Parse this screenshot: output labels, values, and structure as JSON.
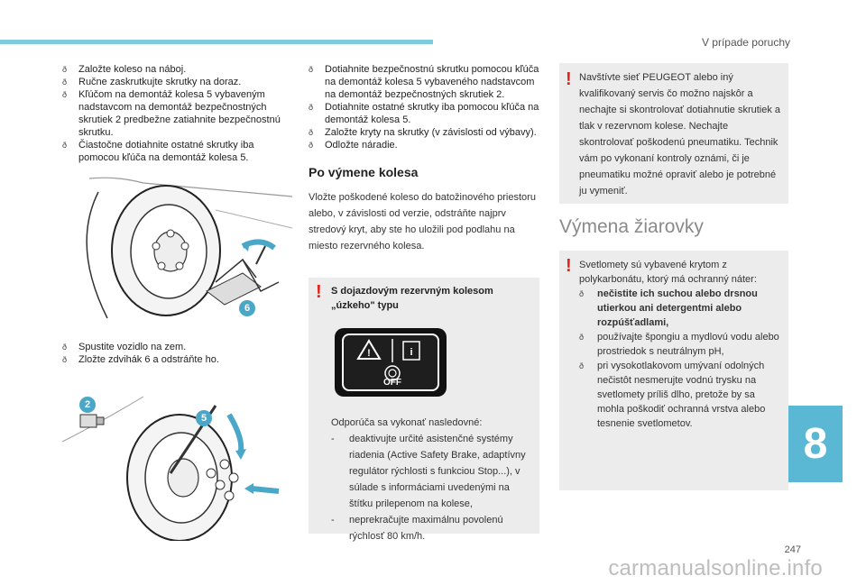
{
  "header": {
    "section_title": "V prípade poruchy"
  },
  "col1": {
    "items": [
      "Založte koleso na náboj.",
      "Ručne zaskrutkujte skrutky na doraz.",
      "Kľúčom na demontáž kolesa 5 vybaveným nadstavcom na demontáž bezpečnostných skrutiek 2 predbežne zatiahnite bezpečnostnú skrutku.",
      "Čiastočne dotiahnite ostatné skrutky iba pomocou kľúča na demontáž kolesa 5."
    ],
    "items2": [
      "Spustite vozidlo na zem.",
      "Zložte zdvihák 6 a odstráňte ho."
    ],
    "fig1_badge": "6",
    "fig2_badges": [
      "2",
      "5"
    ]
  },
  "col2": {
    "items": [
      "Dotiahnite bezpečnostnú skrutku pomocou kľúča na demontáž kolesa 5 vybaveného nadstavcom na demontáž bezpečnostných skrutiek 2.",
      "Dotiahnite ostatné skrutky iba pomocou kľúča na demontáž kolesa 5.",
      "Založte kryty na skrutky (v závislosti od výbavy).",
      "Odložte náradie."
    ],
    "heading": "Po výmene kolesa",
    "paragraph": "Vložte poškodené koleso do batožinového priestoru alebo, v závislosti od verzie, odstráňte najprv stredový kryt, aby ste ho uložili pod podlahu na miesto rezervného kolesa.",
    "box_title": "S dojazdovým rezervným kolesom „úzkeho\" typu",
    "panel_label": "OFF",
    "box_intro": "Odporúča sa vykonať nasledovné:",
    "box_items": [
      "deaktivujte určité asistenčné systémy riadenia (Active Safety Brake, adaptívny regulátor rýchlosti s funkciou Stop...), v súlade s informáciami uvedenými na štítku prilepenom na kolese,",
      "neprekračujte maximálnu povolenú rýchlosť 80 km/h."
    ]
  },
  "col3": {
    "box1_text": "Navštívte sieť PEUGEOT alebo iný kvalifikovaný servis čo možno najskôr a nechajte si skontrolovať dotiahnutie skrutiek a tlak v rezervnom kolese. Nechajte skontrolovať poškodenú pneumatiku. Technik vám po vykonaní kontroly oznámi, či je pneumatiku možné opraviť alebo je potrebné ju vymeniť.",
    "heading": "Výmena žiarovky",
    "box2_intro": "Svetlomety sú vybavené krytom z polykarbonátu, ktorý má ochranný náter:",
    "box2_items": [
      "nečistite ich suchou alebo drsnou utierkou ani detergentmi alebo rozpúšťadlami,",
      "používajte špongiu a mydlovú vodu alebo prostriedok s neutrálnym pH,",
      "pri vysokotlakovom umývaní odolných nečistôt nesmerujte vodnú trysku na svetlomety príliš dlho, pretože by sa mohla poškodiť ochranná vrstva alebo tesnenie svetlometov."
    ]
  },
  "chapter": "8",
  "page_number": "247",
  "watermark": "carmanualsonline.info",
  "colors": {
    "accent": "#5ab8d4",
    "warning": "#e1251b",
    "box": "#ececec"
  }
}
